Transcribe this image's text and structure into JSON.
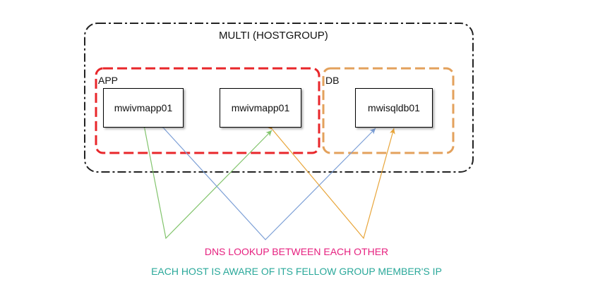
{
  "hostgroup": {
    "title": "MULTI (HOSTGROUP)"
  },
  "groups": [
    {
      "name": "APP",
      "color": "#e8262a"
    },
    {
      "name": "DB",
      "color": "#e3a15c"
    }
  ],
  "hosts": [
    {
      "name": "mwivmapp01",
      "group": "APP"
    },
    {
      "name": "mwivmapp01",
      "group": "APP"
    },
    {
      "name": "mwisqldb01",
      "group": "DB"
    }
  ],
  "arrow_colors": {
    "green": "#82c46c",
    "blue": "#7c9fd6",
    "orange": "#e8a53a"
  },
  "captions": {
    "dns": "DNS LOOKUP BETWEEN EACH OTHER",
    "dns_color": "#e6207f",
    "aware": "EACH HOST IS AWARE OF ITS FELLOW GROUP MEMBER'S IP",
    "aware_color": "#2aa89a"
  }
}
